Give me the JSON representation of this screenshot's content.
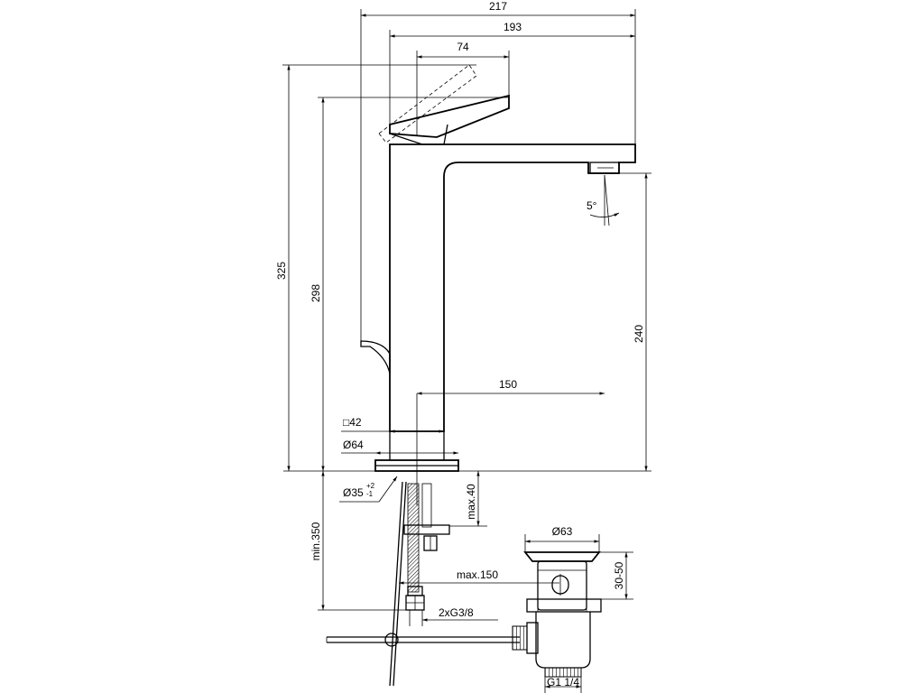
{
  "dimensions": {
    "overall_width": "217",
    "spout_reach": "193",
    "lever_width": "74",
    "overall_height": "325",
    "lever_height": "298",
    "spout_height": "240",
    "spout_projection": "150",
    "spout_angle": "5°",
    "body_square": "□42",
    "base_diameter": "Ø64",
    "hole_diameter": "Ø35",
    "hole_tol_upper": "+2",
    "hole_tol_lower": "-1",
    "max_deck": "max.40",
    "min_hose": "min.350",
    "drain_diameter": "Ø63",
    "drain_range": "30-50",
    "rod_length": "max.150",
    "connection": "2xG3/8",
    "waste_thread": "G1 1/4"
  }
}
